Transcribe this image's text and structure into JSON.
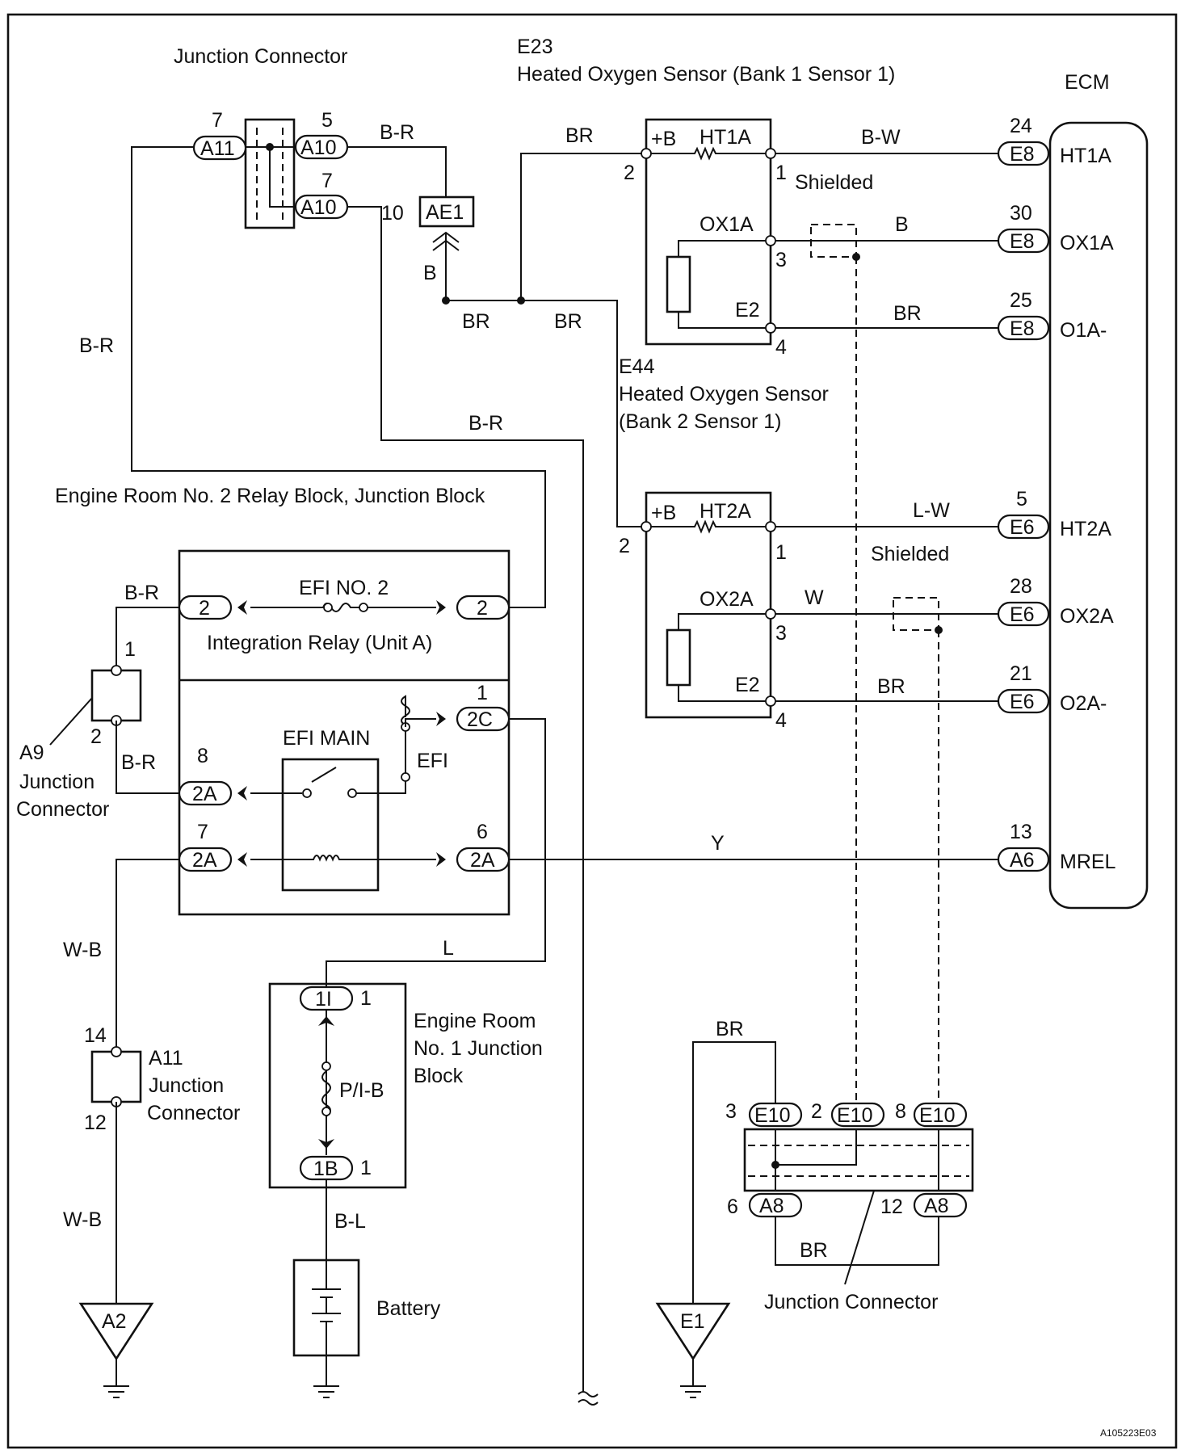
{
  "labels": {
    "junction_connector_top": "Junction Connector",
    "e23_code": "E23",
    "e23_name": "Heated Oxygen Sensor (Bank 1 Sensor 1)",
    "ecm": "ECM",
    "e44_code": "E44",
    "e44_name_line1": "Heated Oxygen Sensor",
    "e44_name_line2": "(Bank 2 Sensor 1)",
    "relay_block": "Engine Room No. 2 Relay Block, Junction Block",
    "efi_no2": "EFI NO. 2",
    "integration_relay": "Integration Relay (Unit A)",
    "efi_main": "EFI MAIN",
    "efi_fuse": "EFI",
    "a9": "A9",
    "a9_jc_line1": "Junction",
    "a9_jc_line2": "Connector",
    "a11": "A11",
    "a11_jc_line1": "Junction",
    "a11_jc_line2": "Connector",
    "er1_line1": "Engine Room",
    "er1_line2": "No. 1 Junction",
    "er1_line3": "Block",
    "pib": "P/I-B",
    "battery": "Battery",
    "shielded_1": "Shielded",
    "shielded_2": "Shielded",
    "junction_connector_bottom": "Junction Connector",
    "doc_id": "A105223E03"
  },
  "wire_colors": {
    "br_top": "B-R",
    "br_e23_feed": "BR",
    "b_ae1": "B",
    "br_bottom_1": "BR",
    "br_bottom_2": "BR",
    "br_left": "B-R",
    "br_mid": "B-R",
    "bw": "B-W",
    "b_ox1a": "B",
    "br_o1a": "BR",
    "lw": "L-W",
    "w_ox2a": "W",
    "br_o2a": "BR",
    "br_a9_top": "B-R",
    "br_a9_bottom": "B-R",
    "y_mrel": "Y",
    "wb_top": "W-B",
    "wb_bottom": "W-B",
    "l_wire": "L",
    "bl_wire": "B-L",
    "br_e1": "BR",
    "br_jc_bottom": "BR"
  },
  "connectors": {
    "a11_top": "A11",
    "a10_top": "A10",
    "a10_bottom": "A10",
    "ae1": "AE1",
    "e8_ht1a": "E8",
    "e8_ox1a": "E8",
    "e8_o1a": "E8",
    "e6_ht2a": "E6",
    "e6_ox2a": "E6",
    "e6_o2a": "E6",
    "a6_mrel": "A6",
    "rb_2_left": "2",
    "rb_2_right": "2",
    "rb_2c": "2C",
    "rb_2a_8": "2A",
    "rb_2a_7": "2A",
    "rb_2a_6": "2A",
    "er1_1i": "1I",
    "er1_1b": "1B",
    "e10_3": "E10",
    "e10_2": "E10",
    "e10_8": "E10",
    "a8_6": "A8",
    "a8_12": "A8",
    "ground_a2": "A2",
    "ground_e1": "E1"
  },
  "pins": {
    "a11_top": "7",
    "a10_top": "5",
    "a10_bottom": "7",
    "a10_bottom_out": "10",
    "e23_plus_b": "+B",
    "e23_ht1a": "HT1A",
    "e23_ox1a": "OX1A",
    "e23_e2": "E2",
    "e23_p2": "2",
    "e23_p1": "1",
    "e23_p3": "3",
    "e23_p4": "4",
    "e44_plus_b": "+B",
    "e44_ht2a": "HT2A",
    "e44_ox2a": "OX2A",
    "e44_e2": "E2",
    "e44_p2": "2",
    "e44_p1": "1",
    "e44_p3": "3",
    "e44_p4": "4",
    "ecm_24": "24",
    "ecm_30": "30",
    "ecm_25": "25",
    "ecm_5": "5",
    "ecm_28": "28",
    "ecm_21": "21",
    "ecm_13": "13",
    "ecm_ht1a": "HT1A",
    "ecm_ox1a": "OX1A",
    "ecm_o1a": "O1A-",
    "ecm_ht2a": "HT2A",
    "ecm_ox2a": "OX2A",
    "ecm_o2a": "O2A-",
    "ecm_mrel": "MREL",
    "a9_1": "1",
    "a9_2": "2",
    "rb_2c": "1",
    "rb_8": "8",
    "rb_7": "7",
    "rb_6": "6",
    "a11_14": "14",
    "a11_12": "12",
    "er1_1i": "1",
    "er1_1b": "1",
    "e10_3": "3",
    "e10_2": "2",
    "e10_8": "8",
    "a8_6": "6",
    "a8_12": "12"
  }
}
